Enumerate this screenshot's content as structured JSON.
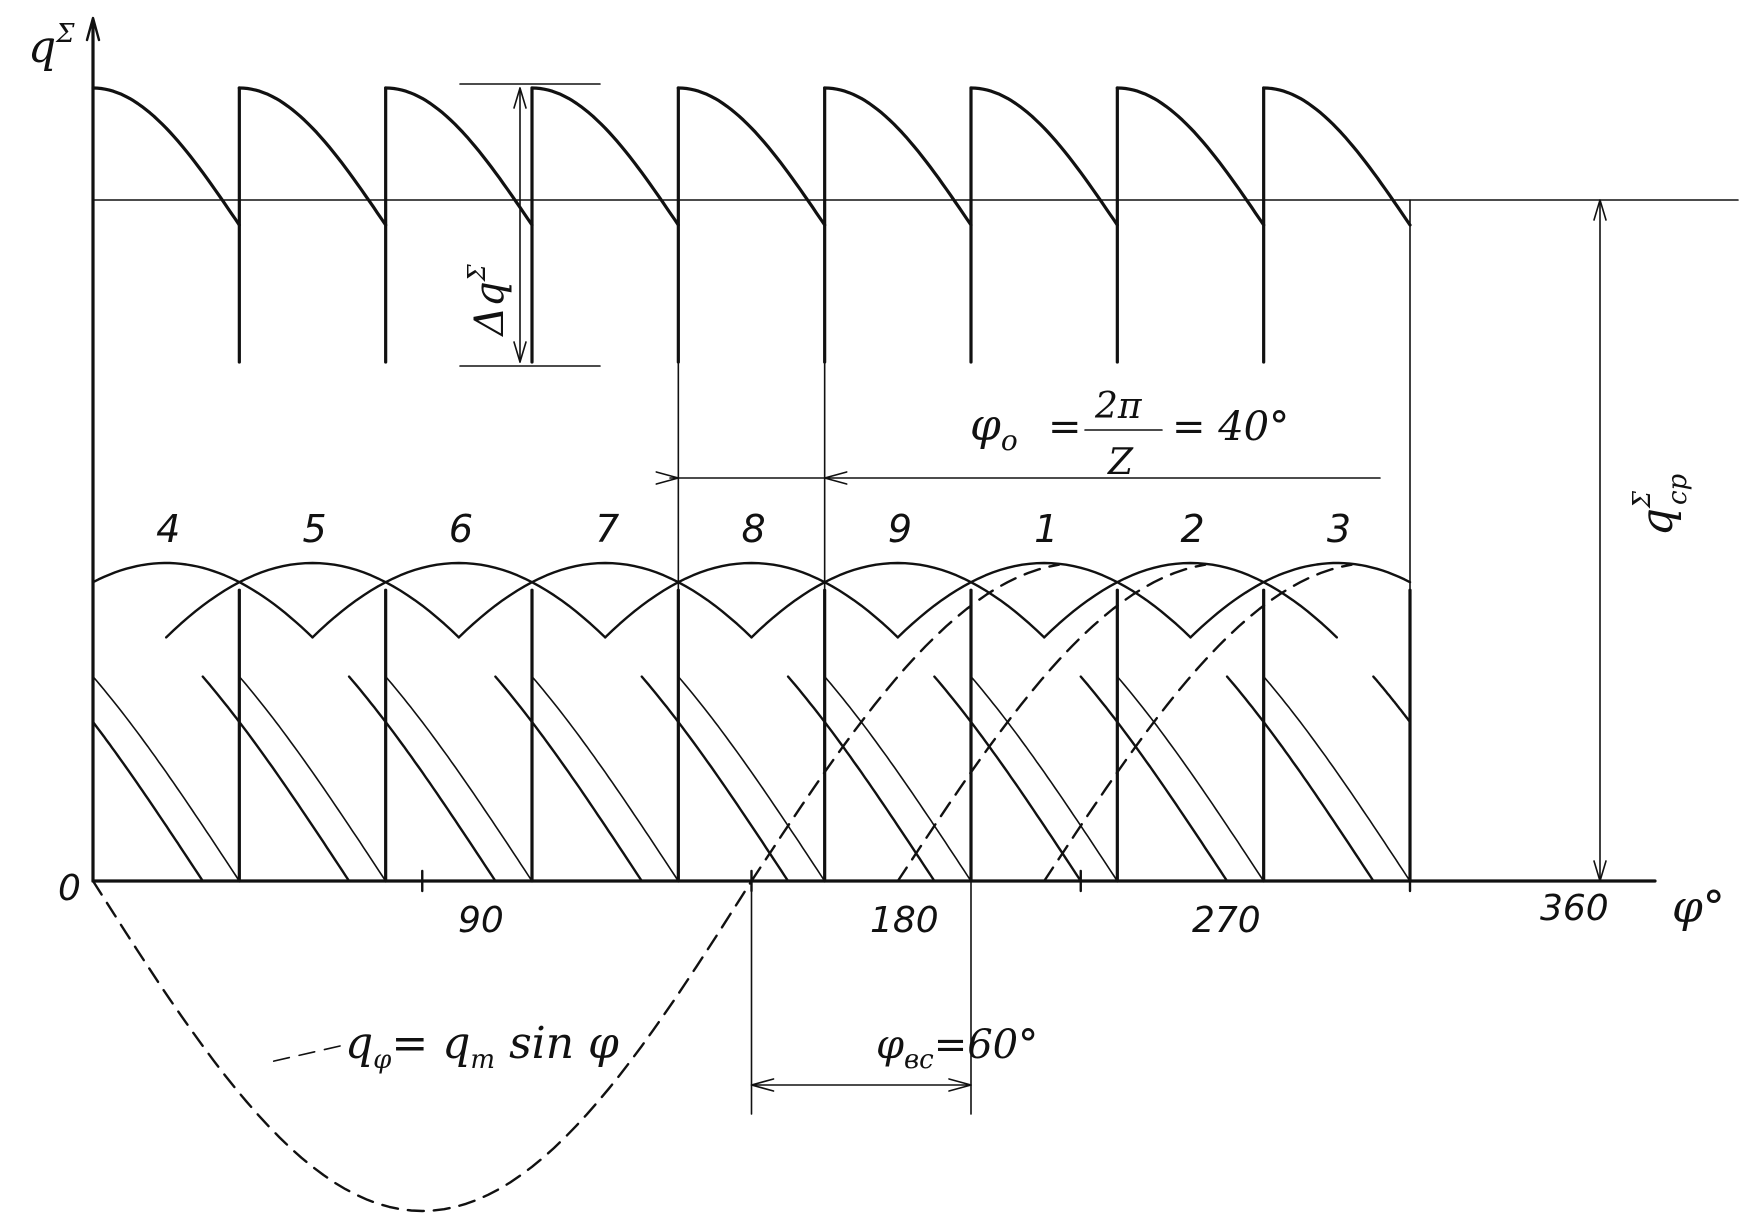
{
  "axes": {
    "y_label": "q",
    "y_label_sup": "Σ",
    "x_label": "φ°",
    "origin": "0",
    "ticks": [
      {
        "value": 90,
        "label": "90"
      },
      {
        "value": 180,
        "label": "180"
      },
      {
        "value": 270,
        "label": "270"
      },
      {
        "value": 360,
        "label": "360"
      }
    ]
  },
  "diagram": {
    "step_deg": 40,
    "sine_amplitude": 1.0,
    "pump_numbers": [
      "4",
      "5",
      "6",
      "7",
      "8",
      "9",
      "1",
      "2",
      "3"
    ],
    "dashed_lines_start_deg": [
      180,
      220,
      260
    ],
    "dashed_sine_range_deg": [
      0,
      180
    ]
  },
  "annotations": {
    "delta_q": {
      "base": "Δq",
      "sup": "Σ"
    },
    "q_avg": {
      "base": "q",
      "sup": "Σ",
      "sub": "ср"
    },
    "phi0": {
      "lhs": "φ",
      "lhs_sub": "o",
      "eq": "=",
      "numerator": "2π",
      "denominator": "Z",
      "rhs": "= 40°"
    },
    "phi_vs": {
      "lhs": "φ",
      "lhs_sub": "вс",
      "rhs": "=60°"
    },
    "formula": {
      "lhs": "q",
      "lhs_sub": "φ",
      "eq": "= q",
      "eq_sub": "m",
      "rhs": " sin φ"
    }
  }
}
